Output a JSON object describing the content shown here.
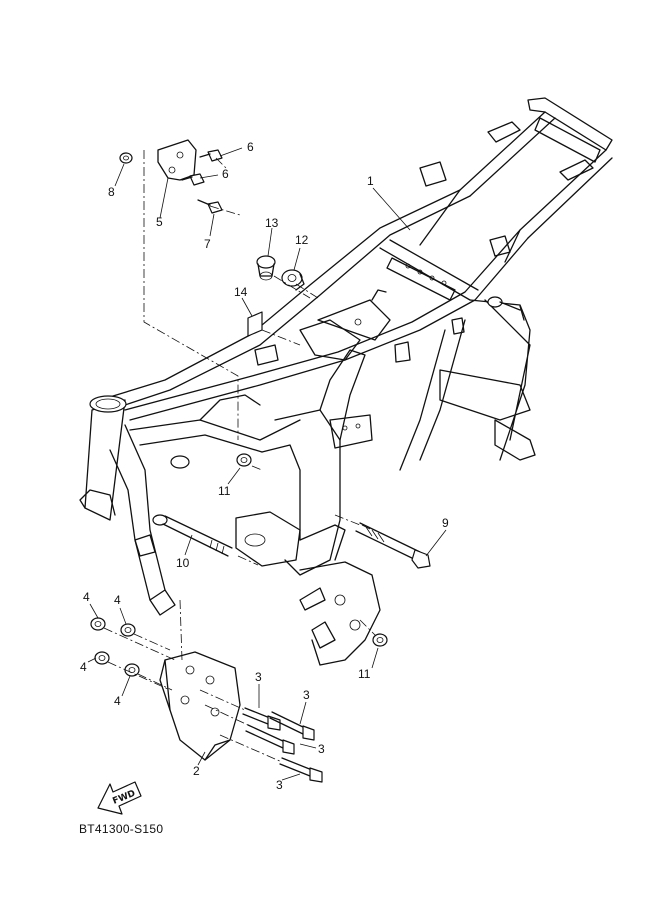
{
  "diagram_code": "BT41300-S150",
  "fwd_label": "FWD",
  "callouts": [
    {
      "id": "c1",
      "label": "1"
    },
    {
      "id": "c2",
      "label": "2"
    },
    {
      "id": "c3a",
      "label": "3"
    },
    {
      "id": "c3b",
      "label": "3"
    },
    {
      "id": "c3c",
      "label": "3"
    },
    {
      "id": "c3d",
      "label": "3"
    },
    {
      "id": "c4a",
      "label": "4"
    },
    {
      "id": "c4b",
      "label": "4"
    },
    {
      "id": "c4c",
      "label": "4"
    },
    {
      "id": "c4d",
      "label": "4"
    },
    {
      "id": "c5",
      "label": "5"
    },
    {
      "id": "c6a",
      "label": "6"
    },
    {
      "id": "c6b",
      "label": "6"
    },
    {
      "id": "c7",
      "label": "7"
    },
    {
      "id": "c8",
      "label": "8"
    },
    {
      "id": "c9",
      "label": "9"
    },
    {
      "id": "c10",
      "label": "10"
    },
    {
      "id": "c11a",
      "label": "11"
    },
    {
      "id": "c11b",
      "label": "11"
    },
    {
      "id": "c12",
      "label": "12"
    },
    {
      "id": "c13",
      "label": "13"
    },
    {
      "id": "c14",
      "label": "14"
    }
  ]
}
